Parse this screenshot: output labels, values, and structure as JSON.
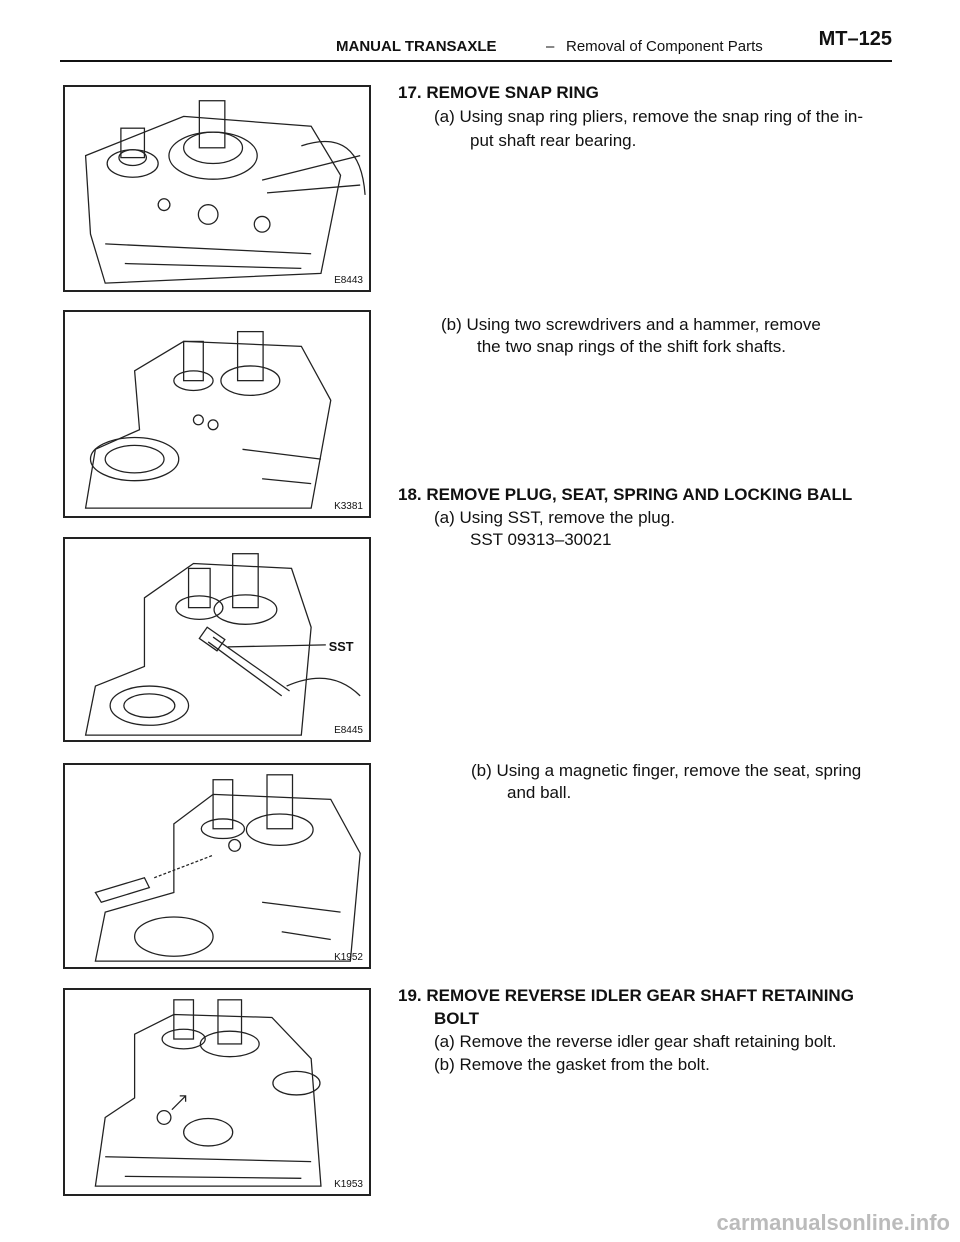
{
  "header": {
    "section": "MANUAL TRANSAXLE",
    "dash": "–",
    "subsection": "Removal of Component Parts",
    "page": "MT–125"
  },
  "figures": [
    {
      "code": "E8443"
    },
    {
      "code": "K3381"
    },
    {
      "code": "E8445",
      "label": "SST"
    },
    {
      "code": "K1952"
    },
    {
      "code": "K1953"
    }
  ],
  "steps": {
    "s17": {
      "title": "17. REMOVE SNAP RING",
      "a1": "(a) Using snap ring pliers, remove the snap ring of the in-",
      "a2": "put shaft rear bearing.",
      "b1": "(b) Using two screwdrivers and a hammer, remove",
      "b2": "the two snap rings of the shift fork shafts."
    },
    "s18": {
      "title": "18. REMOVE PLUG, SEAT, SPRING AND LOCKING BALL",
      "a1": "(a) Using SST, remove the plug.",
      "a2": "SST  09313–30021",
      "b1": "(b) Using a magnetic finger, remove the seat, spring",
      "b2": "and ball."
    },
    "s19": {
      "title1": "19. REMOVE REVERSE IDLER GEAR SHAFT RETAINING",
      "title2": "BOLT",
      "a": "(a) Remove the reverse idler gear shaft retaining bolt.",
      "b": "(b) Remove the gasket from the bolt."
    }
  },
  "footer": "carmanualsonline.info"
}
